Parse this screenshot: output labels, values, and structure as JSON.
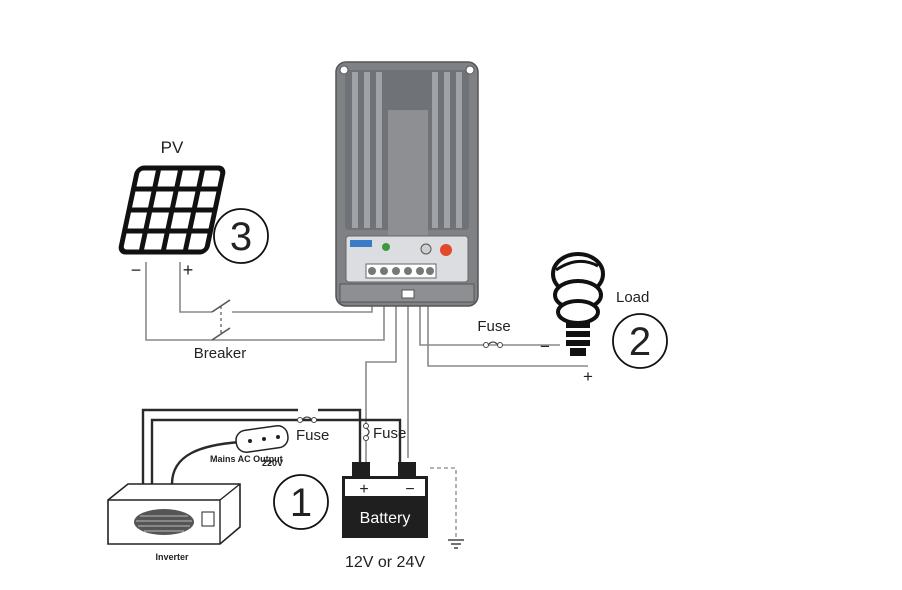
{
  "pv": {
    "label": "PV",
    "minus": "−",
    "plus": "+",
    "number": "3"
  },
  "breaker": {
    "label": "Breaker"
  },
  "load": {
    "label": "Load",
    "number": "2",
    "minus": "−",
    "plus": "+"
  },
  "fuse_load": {
    "label": "Fuse"
  },
  "fuse_inverter": {
    "label": "Fuse"
  },
  "fuse_battery": {
    "label": "Fuse"
  },
  "battery": {
    "label": "Battery",
    "plus": "+",
    "minus": "−",
    "voltage": "12V or 24V",
    "number": "1"
  },
  "inverter": {
    "label": "Inverter",
    "mains_label": "Mains AC Output",
    "outlet_voltage": "220V"
  },
  "colors": {
    "controller_body": "#8d8f92",
    "controller_dark": "#5b5e62",
    "battery_body": "#1f1f1f",
    "indicator_red": "#e04a2a",
    "indicator_green": "#3c9a3c"
  }
}
